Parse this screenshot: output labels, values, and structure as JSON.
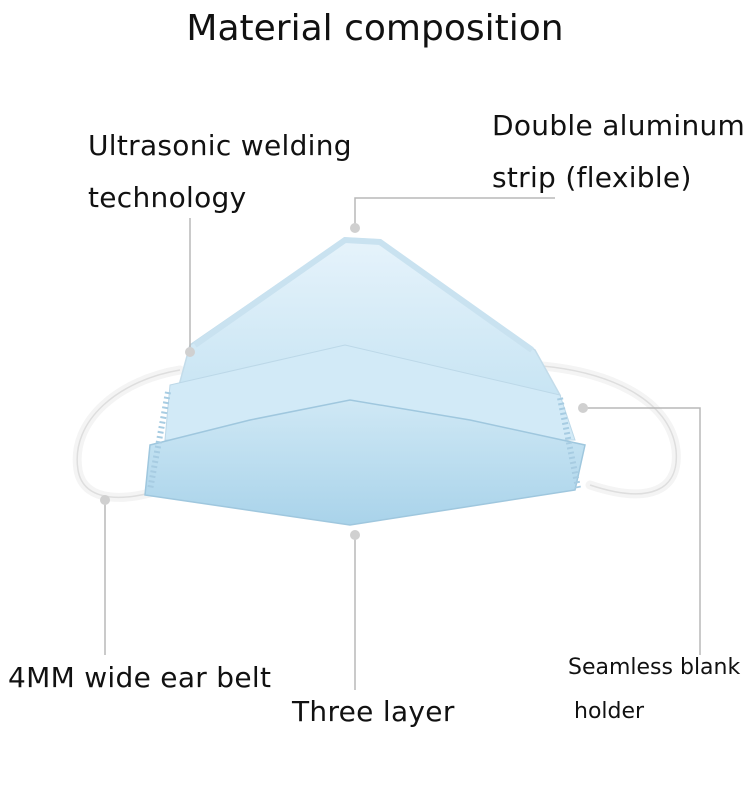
{
  "title": "Material composition",
  "labels": {
    "ultrasonic": [
      "Ultrasonic welding",
      "technology"
    ],
    "aluminum": [
      "Double aluminum",
      "strip (flexible)"
    ],
    "ear_belt": "4MM wide ear belt",
    "three_layer": "Three layer",
    "seamless": [
      "Seamless blank",
      "holder"
    ]
  },
  "colors": {
    "mask_light": "#dbeef9",
    "mask_mid": "#b9ddef",
    "mask_dark": "#9ccbe3",
    "pointer_line": "#b8b8b8"
  }
}
